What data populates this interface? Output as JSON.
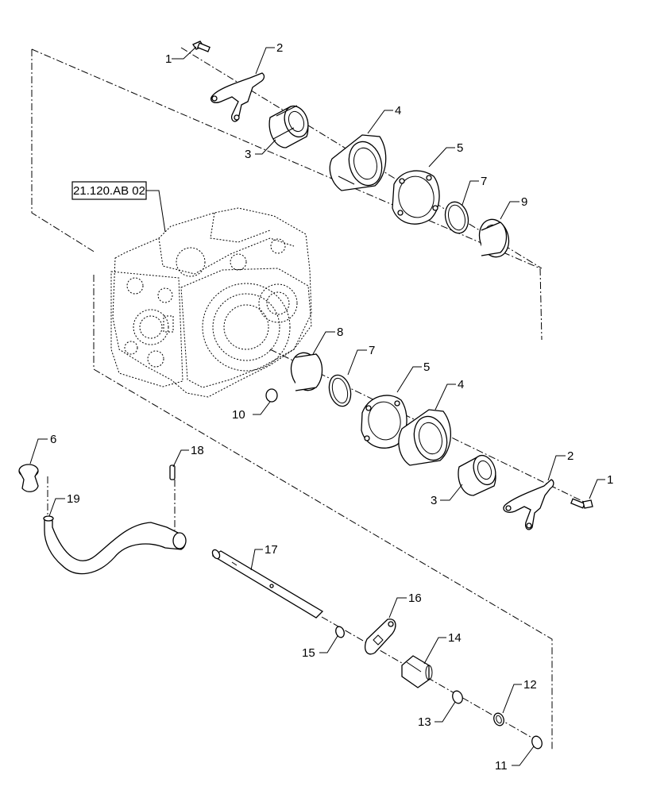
{
  "reference": {
    "text": "21.120.AB 02"
  },
  "callouts": [
    {
      "id": "c1a",
      "text": "1"
    },
    {
      "id": "c2a",
      "text": "2"
    },
    {
      "id": "c3a",
      "text": "3"
    },
    {
      "id": "c4a",
      "text": "4"
    },
    {
      "id": "c5a",
      "text": "5"
    },
    {
      "id": "c7a",
      "text": "7"
    },
    {
      "id": "c9",
      "text": "9"
    },
    {
      "id": "c8",
      "text": "8"
    },
    {
      "id": "c7b",
      "text": "7"
    },
    {
      "id": "c5b",
      "text": "5"
    },
    {
      "id": "c4b",
      "text": "4"
    },
    {
      "id": "c10",
      "text": "10"
    },
    {
      "id": "c2b",
      "text": "2"
    },
    {
      "id": "c1b",
      "text": "1"
    },
    {
      "id": "c3b",
      "text": "3"
    },
    {
      "id": "c6",
      "text": "6"
    },
    {
      "id": "c18",
      "text": "18"
    },
    {
      "id": "c19",
      "text": "19"
    },
    {
      "id": "c17",
      "text": "17"
    },
    {
      "id": "c16",
      "text": "16"
    },
    {
      "id": "c14",
      "text": "14"
    },
    {
      "id": "c15",
      "text": "15"
    },
    {
      "id": "c12",
      "text": "12"
    },
    {
      "id": "c13",
      "text": "13"
    },
    {
      "id": "c11",
      "text": "11"
    }
  ]
}
